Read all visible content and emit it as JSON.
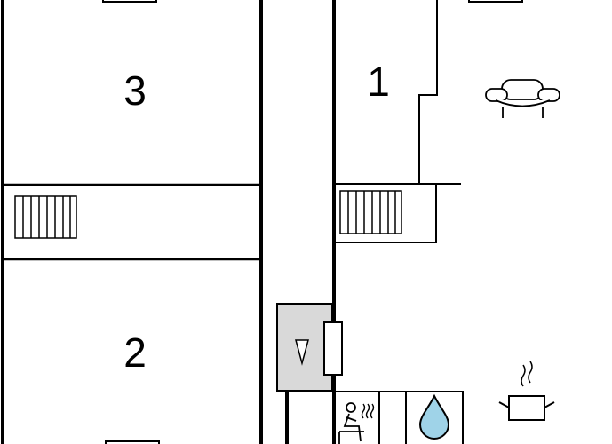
{
  "floorplan": {
    "rooms": [
      {
        "id": "room-3",
        "label": "3"
      },
      {
        "id": "room-1",
        "label": "1"
      },
      {
        "id": "room-2",
        "label": "2"
      }
    ],
    "icons": [
      {
        "id": "sofa",
        "name": "sofa-icon"
      },
      {
        "id": "cooking-pot",
        "name": "cooking-pot-icon"
      },
      {
        "id": "sauna",
        "name": "sauna-icon"
      },
      {
        "id": "water-drop",
        "name": "water-drop-icon"
      },
      {
        "id": "stairs",
        "name": "stairs-icon"
      }
    ],
    "colors": {
      "wall": "#000000",
      "background": "#ffffff",
      "shaft_fill": "#d9d9d9",
      "water_drop": "#9fd3e8"
    }
  }
}
